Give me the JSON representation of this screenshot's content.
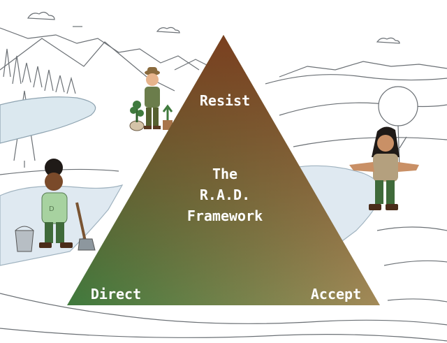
{
  "diagram": {
    "center_title_lines": [
      "The",
      "R.A.D.",
      "Framework"
    ],
    "vertices": {
      "top": "Resist",
      "bottom_left": "Direct",
      "bottom_right": "Accept"
    }
  },
  "colors": {
    "apex": "#7a3f1f",
    "left_base": "#3f7a3d",
    "right_base": "#a38a58",
    "snow": "#dfe9f1",
    "ink": "#555a60"
  }
}
